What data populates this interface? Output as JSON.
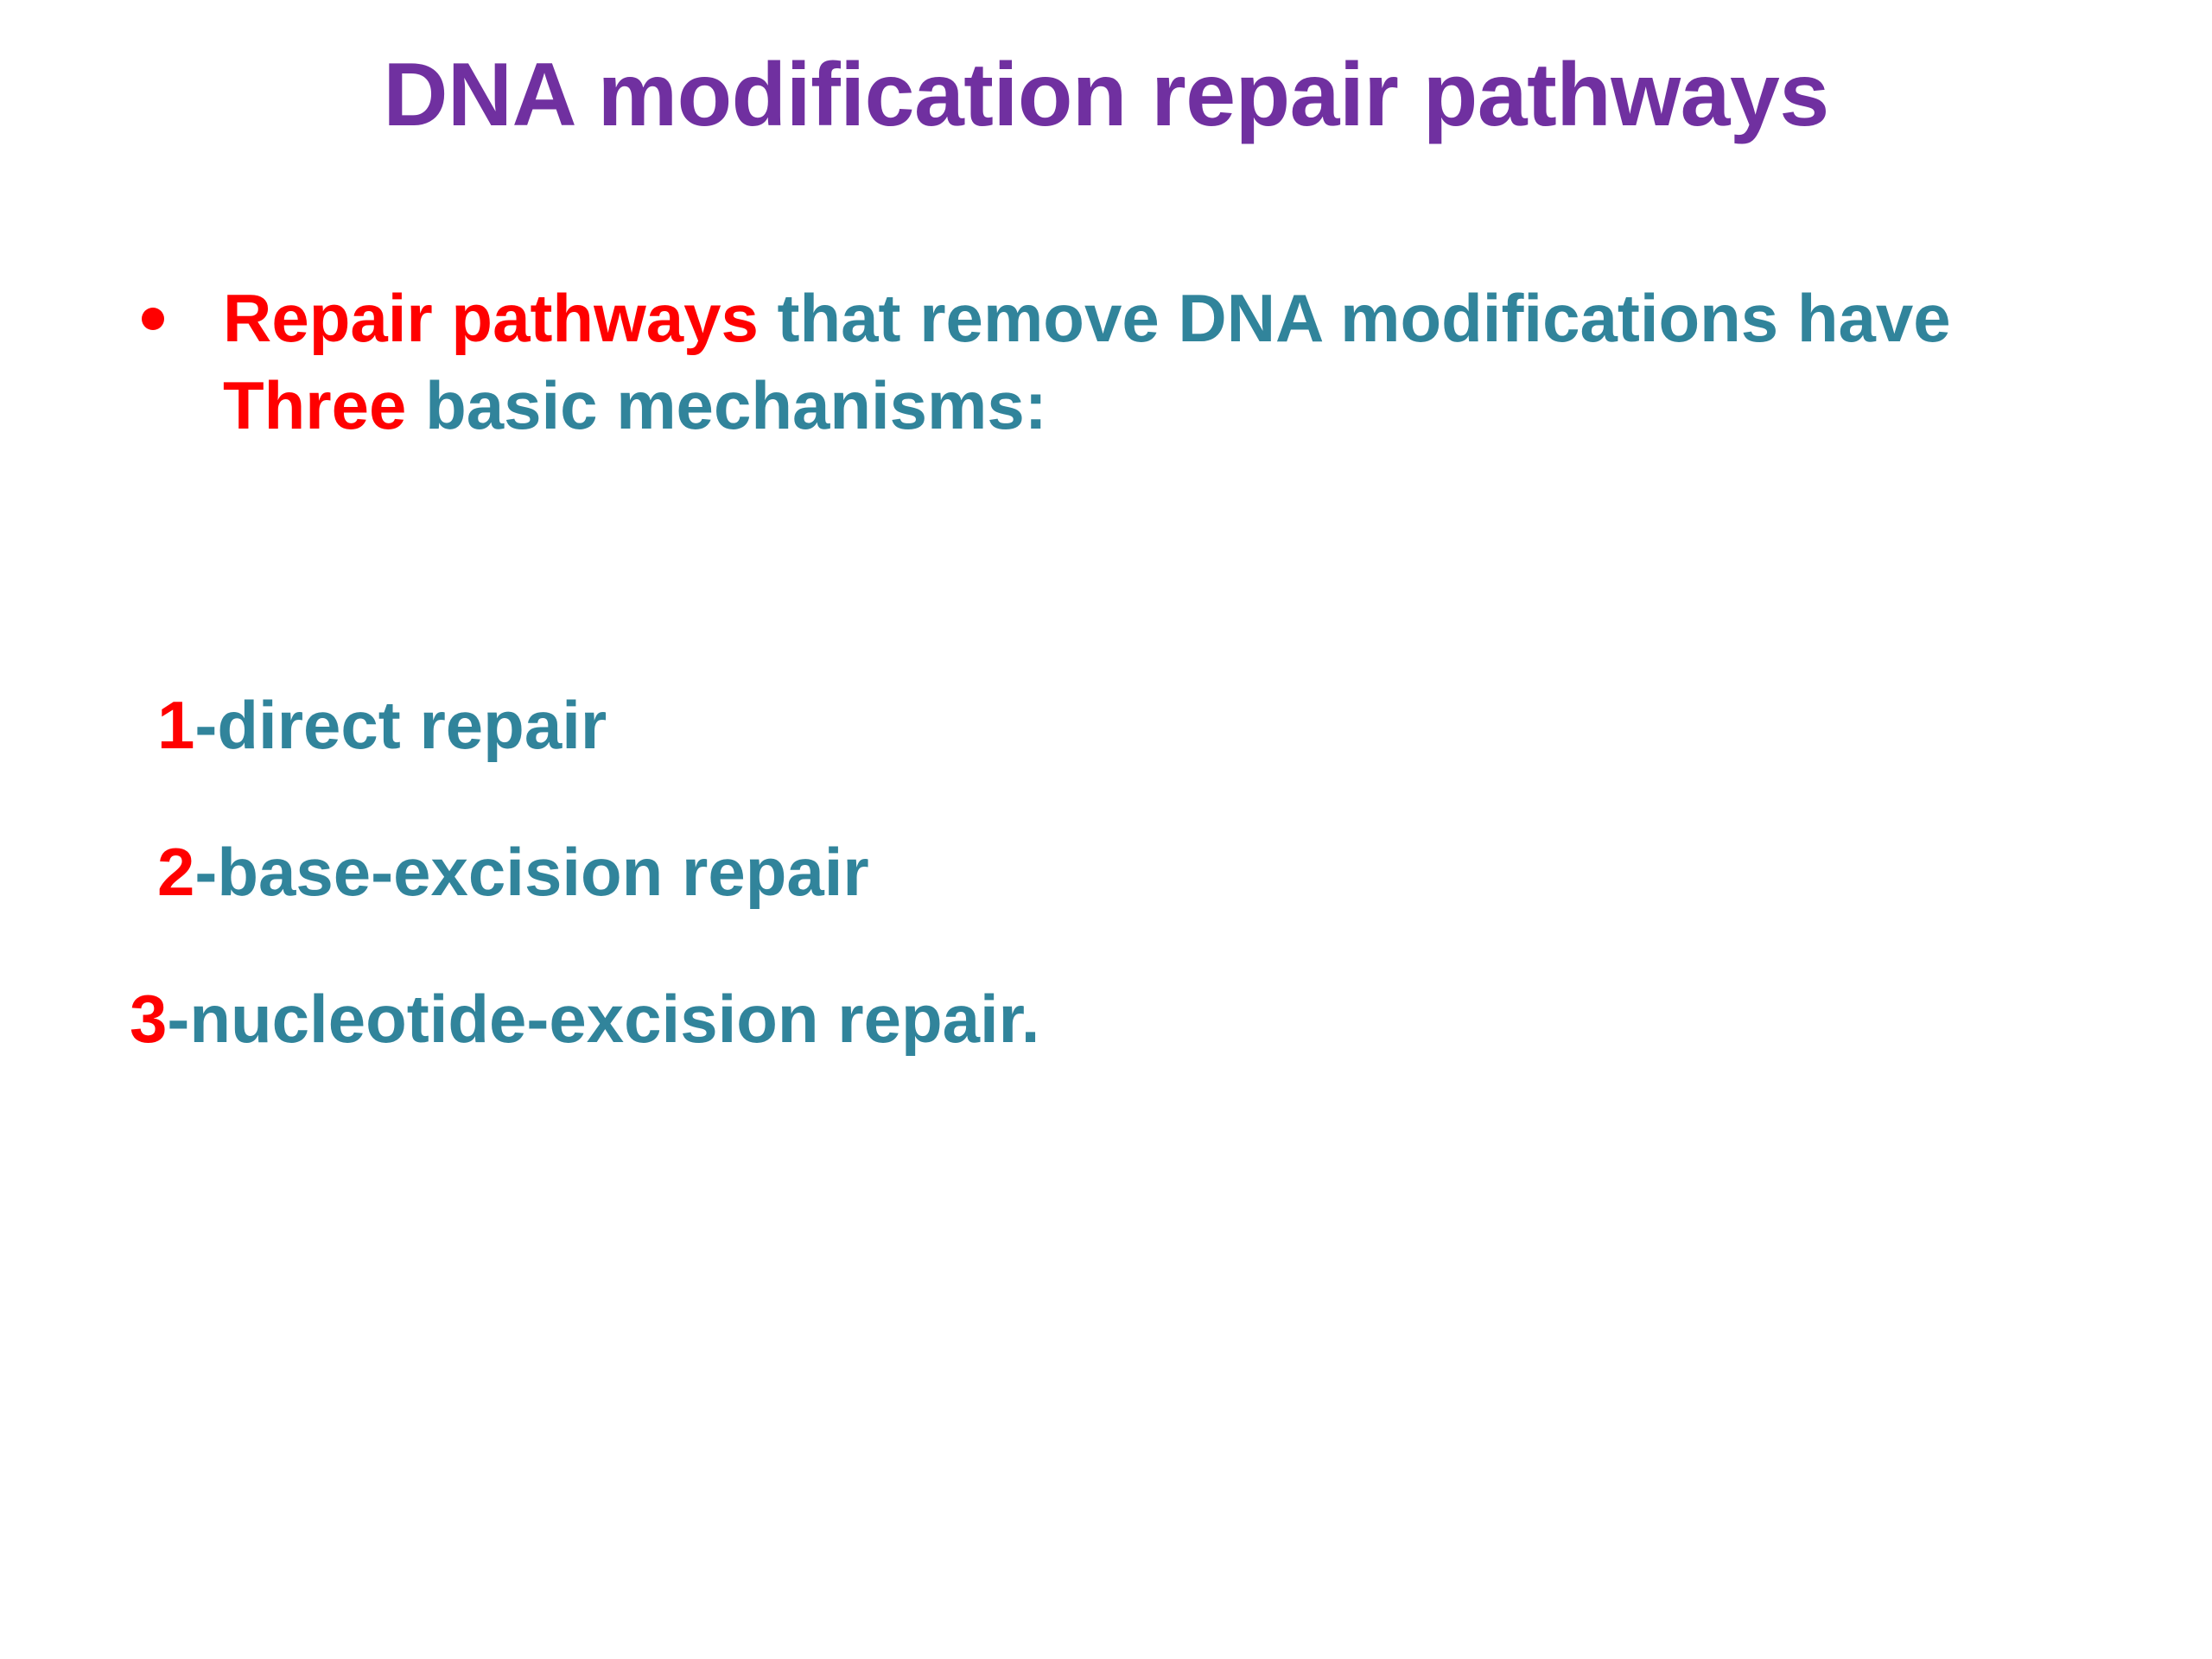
{
  "slide": {
    "background_color": "#ffffff",
    "title": "DNA modification repair pathways",
    "colors": {
      "title_purple": "#7030A0",
      "accent_red": "#FF0000",
      "body_teal": "#31849B"
    }
  },
  "bullet": {
    "marker": "bullet-dot",
    "line1_emphasis": "Repair pathways",
    "line1_rest": " that remove DNA",
    "line2_before": "modifications have ",
    "line2_emphasis": "Three",
    "line2_after": " basic mechanisms:"
  },
  "mechanisms": [
    {
      "number": "1",
      "separator": "-",
      "label": "direct repair"
    },
    {
      "number": "2",
      "separator": "-",
      "label": "base-excision repair"
    },
    {
      "number": "3",
      "separator": "-",
      "label": "nucleotide-excision repair."
    }
  ]
}
